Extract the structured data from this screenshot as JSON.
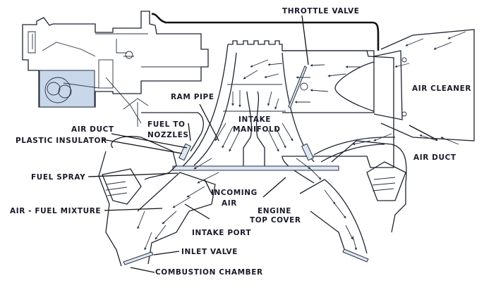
{
  "title": "Fuel injection intake system cross-section",
  "colors": {
    "line": "#1e2430",
    "fuel_bowl": "#c9d7ea",
    "label": "#1a1a2a",
    "background": "#ffffff"
  },
  "labels": {
    "throttle_valve": "THROTTLE VALVE",
    "air_cleaner": "AIR CLEANER",
    "ram_pipe": "RAM PIPE",
    "intake_manifold_1": "INTAKE",
    "intake_manifold_2": "MANIFOLD",
    "fuel_to_nozzles_1": "FUEL TO",
    "fuel_to_nozzles_2": "NOZZLES",
    "air_duct_left": "AIR DUCT",
    "plastic_insulator": "PLASTIC INSULATOR",
    "fuel_spray": "FUEL SPRAY",
    "air_fuel_mixture": "AIR - FUEL MIXTURE",
    "incoming_air_1": "INCOMING",
    "incoming_air_2": "AIR",
    "engine_top_cover_1": "ENGINE",
    "engine_top_cover_2": "TOP COVER",
    "intake_port": "INTAKE PORT",
    "inlet_valve": "INLET VALVE",
    "combustion_chamber": "COMBUSTION CHAMBER",
    "air_duct_right": "AIR DUCT"
  }
}
